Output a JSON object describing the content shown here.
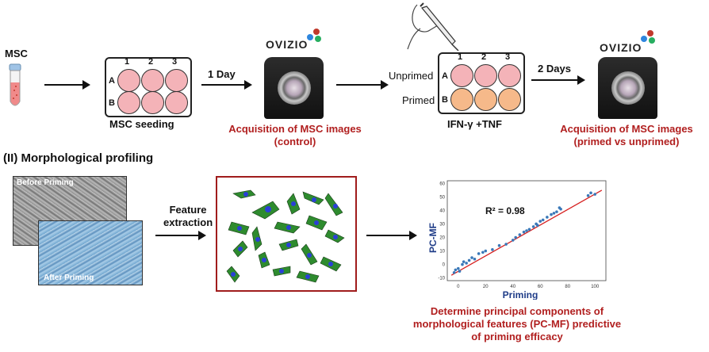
{
  "top": {
    "msc_label": "MSC",
    "plate1": {
      "cols": [
        "1",
        "2",
        "3"
      ],
      "rows": [
        "A",
        "B"
      ],
      "caption": "MSC seeding"
    },
    "step1_label": "1 Day",
    "device1": {
      "brand": "OVIZIO",
      "caption_line1": "Acquisition of MSC images",
      "caption_line2": "(control)"
    },
    "plate2": {
      "cols": [
        "1",
        "2",
        "3"
      ],
      "rows": [
        "A",
        "B"
      ],
      "row_labels": [
        "Unprimed",
        "Primed"
      ],
      "caption": "IFN-γ +TNF"
    },
    "step2_label": "2 Days",
    "device2": {
      "brand": "OVIZIO",
      "caption_line1": "Acquisition of MSC images",
      "caption_line2": "(primed vs unprimed)"
    }
  },
  "section2": {
    "title": "(II) Morphological profiling",
    "photo_before": "Before Priming",
    "photo_after": "After Priming",
    "feature_label_line1": "Feature",
    "feature_label_line2": "extraction",
    "colors": {
      "accent_red": "#b11f1f",
      "plot_blue": "#1f3c88",
      "cell_green": "#2e8b2e",
      "nucleus_blue": "#2a3fd6"
    },
    "bottom_caption_line1": "Determine principal components of",
    "bottom_caption_line2": "morphological features (PC-MF) predictive",
    "bottom_caption_line3": "of priming efficacy"
  },
  "chart_data": {
    "type": "scatter",
    "xlabel": "Priming",
    "ylabel": "PC-MF",
    "annotation": "R² = 0.98",
    "xlim": [
      -8,
      108
    ],
    "ylim": [
      -12,
      62
    ],
    "xticks": [
      "0",
      "20",
      "40",
      "60",
      "80",
      "100"
    ],
    "yticks": [
      "-10",
      "0",
      "10",
      "20",
      "30",
      "40",
      "50",
      "60"
    ],
    "fit_line": {
      "x": [
        -5,
        105
      ],
      "y": [
        -8,
        55
      ]
    },
    "points": [
      [
        -3,
        -6
      ],
      [
        -2,
        -4
      ],
      [
        0,
        -3
      ],
      [
        1,
        -5
      ],
      [
        3,
        0
      ],
      [
        4,
        2
      ],
      [
        6,
        1
      ],
      [
        8,
        3
      ],
      [
        10,
        5
      ],
      [
        12,
        4
      ],
      [
        15,
        8
      ],
      [
        18,
        9
      ],
      [
        20,
        10
      ],
      [
        25,
        11
      ],
      [
        30,
        14
      ],
      [
        35,
        15
      ],
      [
        40,
        18
      ],
      [
        42,
        20
      ],
      [
        45,
        22
      ],
      [
        48,
        24
      ],
      [
        50,
        25
      ],
      [
        52,
        26
      ],
      [
        55,
        28
      ],
      [
        57,
        30
      ],
      [
        58,
        29
      ],
      [
        60,
        32
      ],
      [
        62,
        33
      ],
      [
        65,
        35
      ],
      [
        68,
        37
      ],
      [
        70,
        38
      ],
      [
        72,
        39
      ],
      [
        74,
        42
      ],
      [
        75,
        41
      ],
      [
        95,
        51
      ],
      [
        97,
        53
      ],
      [
        100,
        52
      ]
    ]
  }
}
